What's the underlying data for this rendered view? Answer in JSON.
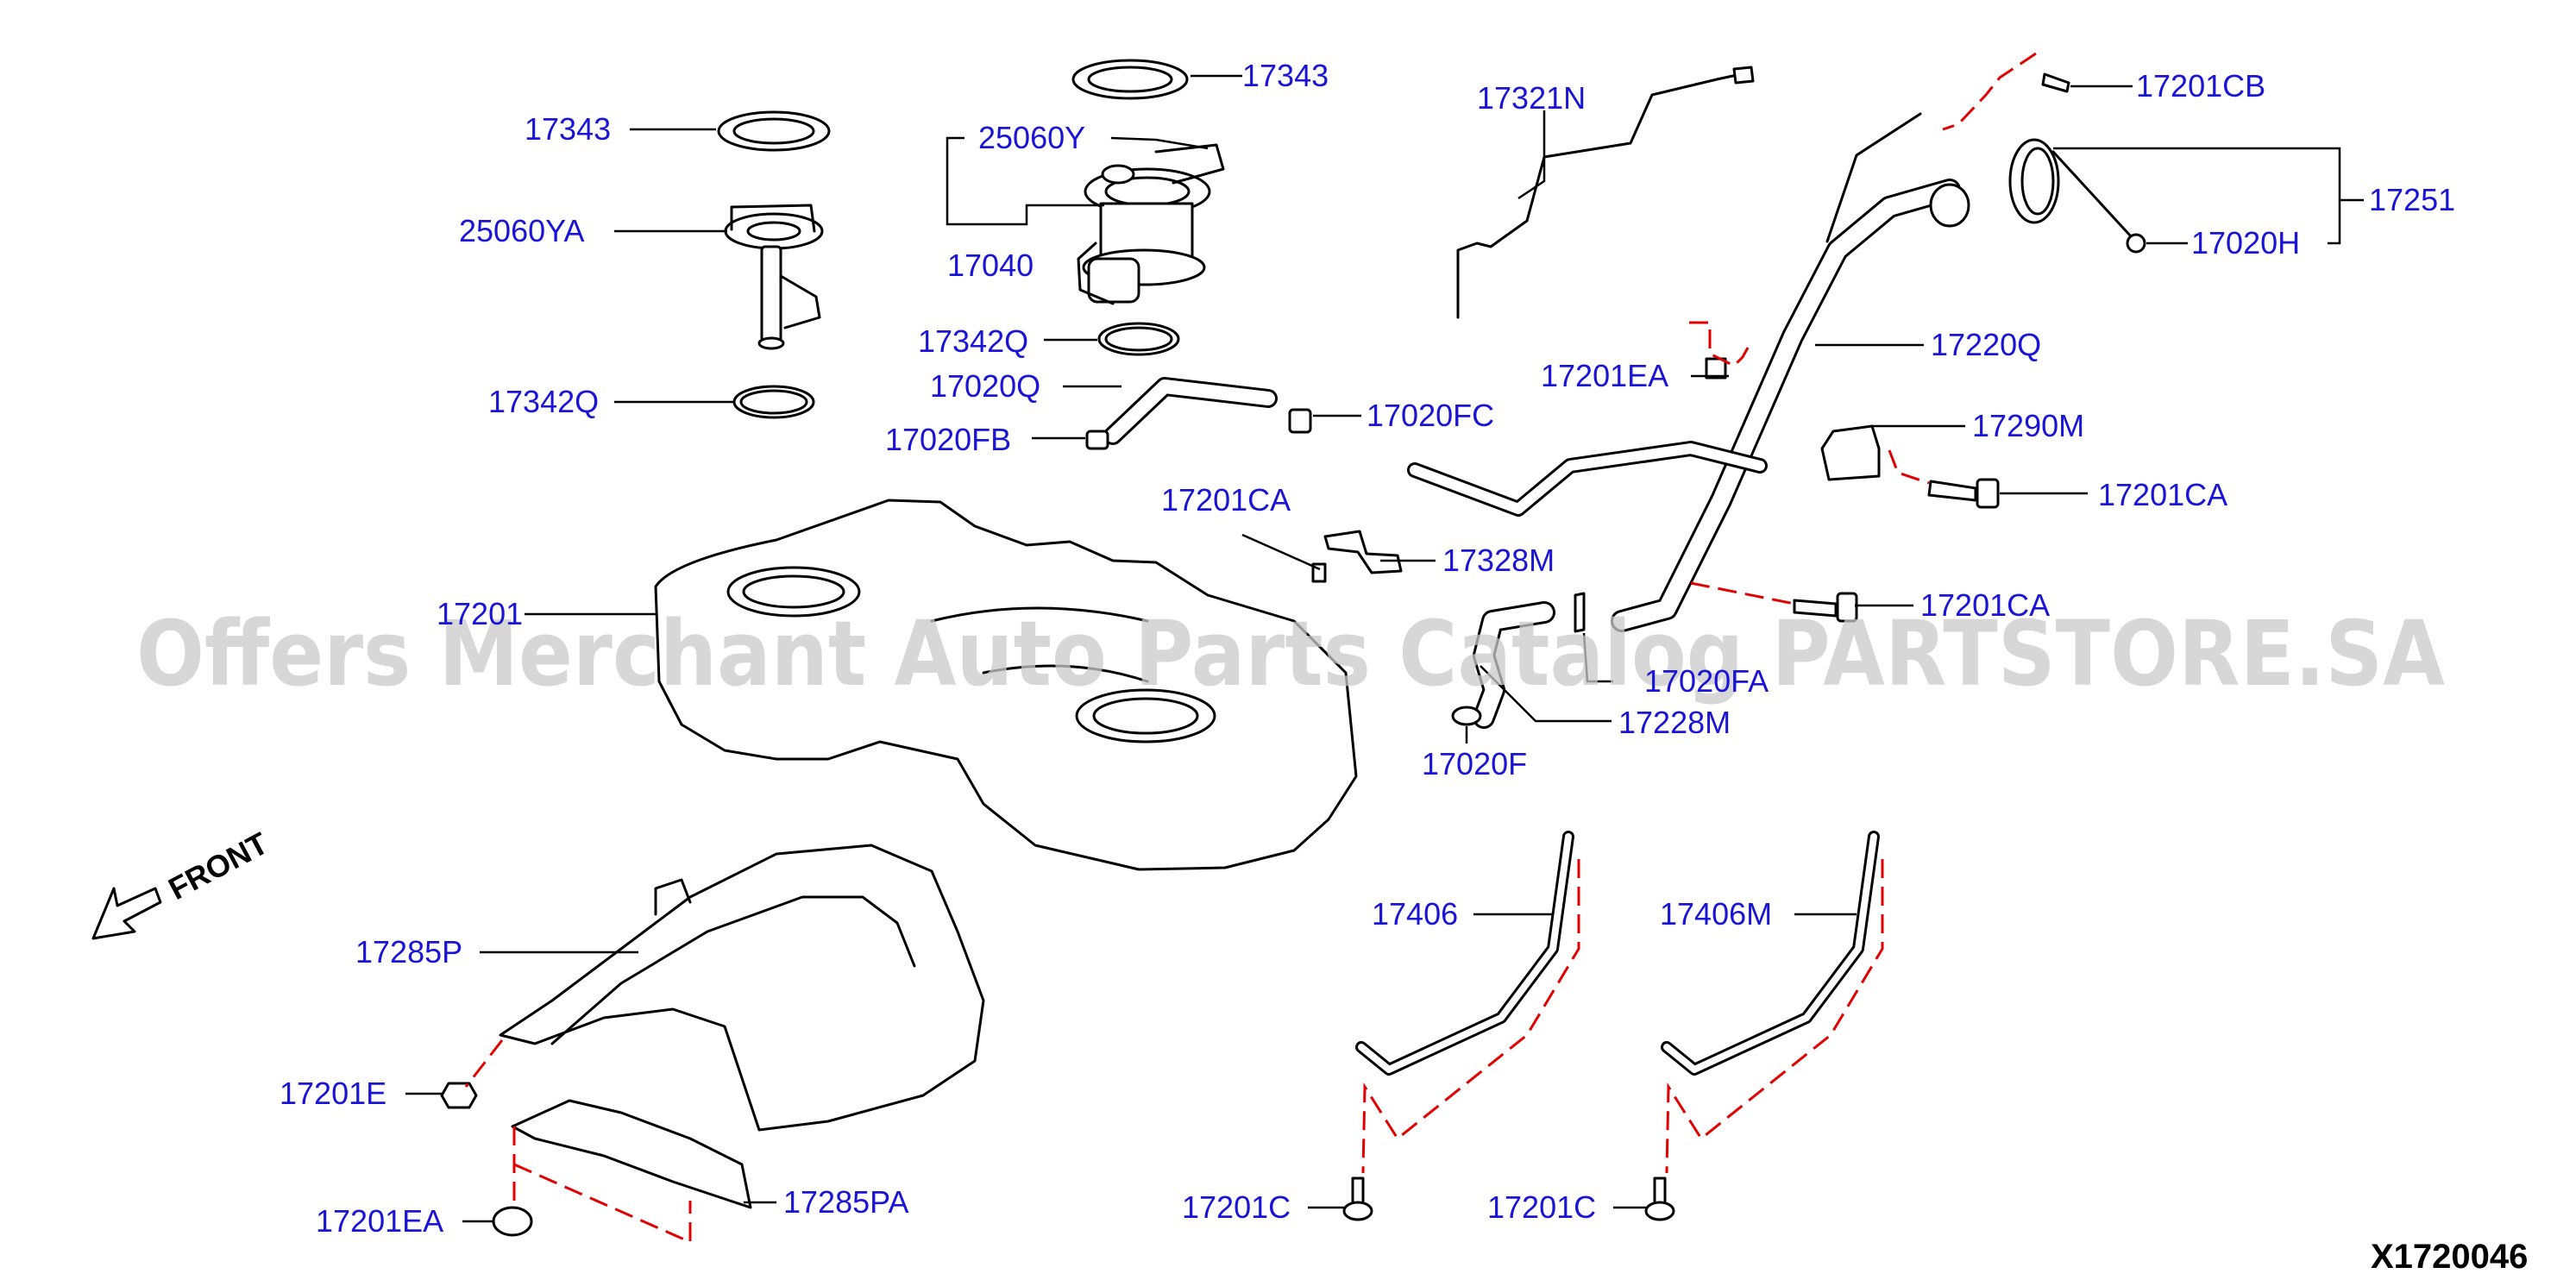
{
  "diagram": {
    "diagram_code": "X1720046",
    "front_label": "FRONT",
    "watermark": "Offers Merchant Auto Parts Catalog PARTSTORE.SA",
    "colors": {
      "label": "#1a14d6",
      "leader": "#000000",
      "dashed": "#e00000",
      "watermark": "#c9c9c9"
    },
    "labels": {
      "p17343_left": "17343",
      "p25060ya": "25060YA",
      "p17342q_low": "17342Q",
      "p17343_right": "17343",
      "p25060y": "25060Y",
      "p17040": "17040",
      "p17342q_mid": "17342Q",
      "p17020q": "17020Q",
      "p17020fb": "17020FB",
      "p17020fc": "17020FC",
      "p17321n": "17321N",
      "p17201cb": "17201CB",
      "p17251": "17251",
      "p17020h": "17020H",
      "p17220q": "17220Q",
      "p17201ea_top": "17201EA",
      "p17290m": "17290M",
      "p17201ca_right": "17201CA",
      "p17201ca_mid": "17201CA",
      "p17201ca_left": "17201CA",
      "p17328m": "17328M",
      "p17201": "17201",
      "p17020fa": "17020FA",
      "p17228m": "17228M",
      "p17020f": "17020F",
      "p17406_left": "17406",
      "p17406m": "17406M",
      "p17285p": "17285P",
      "p17201e": "17201E",
      "p17285pa": "17285PA",
      "p17201ea_bottom": "17201EA",
      "p17201c_left": "17201C",
      "p17201c_right": "17201C"
    }
  }
}
